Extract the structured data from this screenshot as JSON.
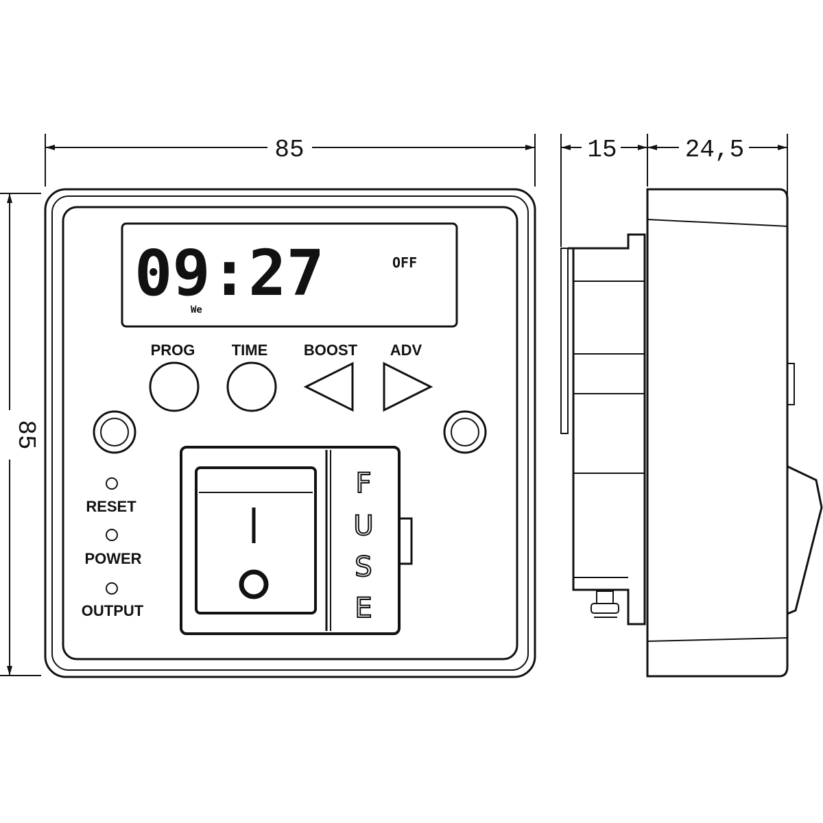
{
  "dimensions": {
    "width": "85",
    "height": "85",
    "depth_front": "15",
    "depth_body": "24,5"
  },
  "display": {
    "time": "09:27",
    "status": "OFF",
    "day": "We"
  },
  "buttons": {
    "prog": "PROG",
    "time": "TIME",
    "boost": "BOOST",
    "adv": "ADV"
  },
  "indicators": {
    "reset": "RESET",
    "power": "POWER",
    "output": "OUTPUT"
  },
  "switch": {
    "on_symbol": "I",
    "off_symbol": "O"
  },
  "fuse_letters": [
    "F",
    "U",
    "S",
    "E"
  ]
}
